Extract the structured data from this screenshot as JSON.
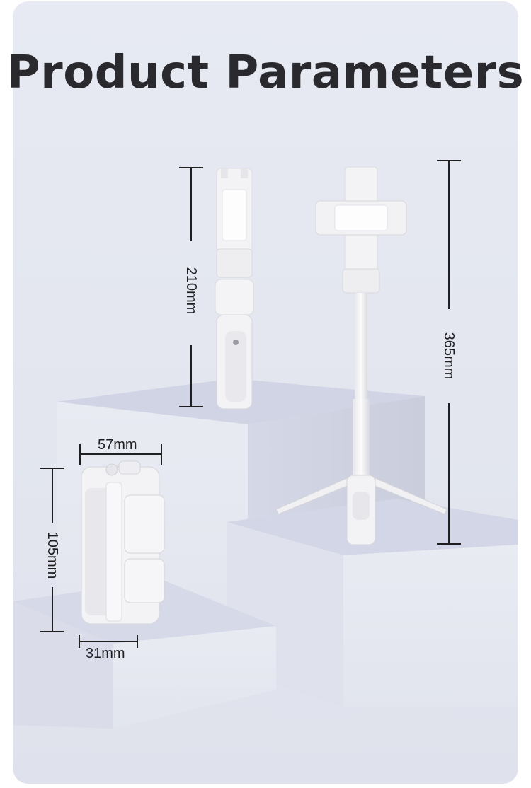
{
  "title": "Product Parameters",
  "dimensions": {
    "folded_height": "210mm",
    "extended_height": "365mm",
    "body_width": "57mm",
    "body_height": "105mm",
    "body_depth": "31mm"
  },
  "colors": {
    "background": "#e5e8f0",
    "pedestal_top": "#d3d6e6",
    "pedestal_front": "#e6e8f1",
    "product": "#f6f6f8",
    "text": "#2a2a2e"
  }
}
